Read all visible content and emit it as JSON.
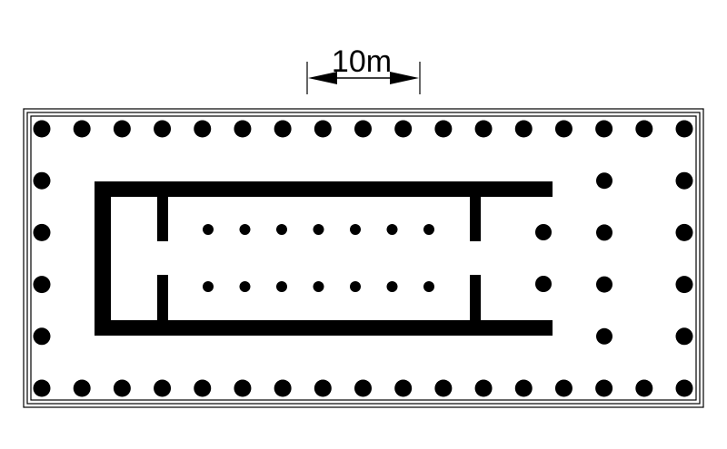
{
  "scale_bar": {
    "label": "10m"
  },
  "colors": {
    "ink": "#000000",
    "paper": "#ffffff"
  },
  "peristasis": {
    "front_columns": 17,
    "side_columns_between_corners": 4
  },
  "pronaos_columns": 2,
  "opisthodomos_columns": 4,
  "cella_interior": {
    "rows": 2,
    "columns_per_row": 7
  }
}
